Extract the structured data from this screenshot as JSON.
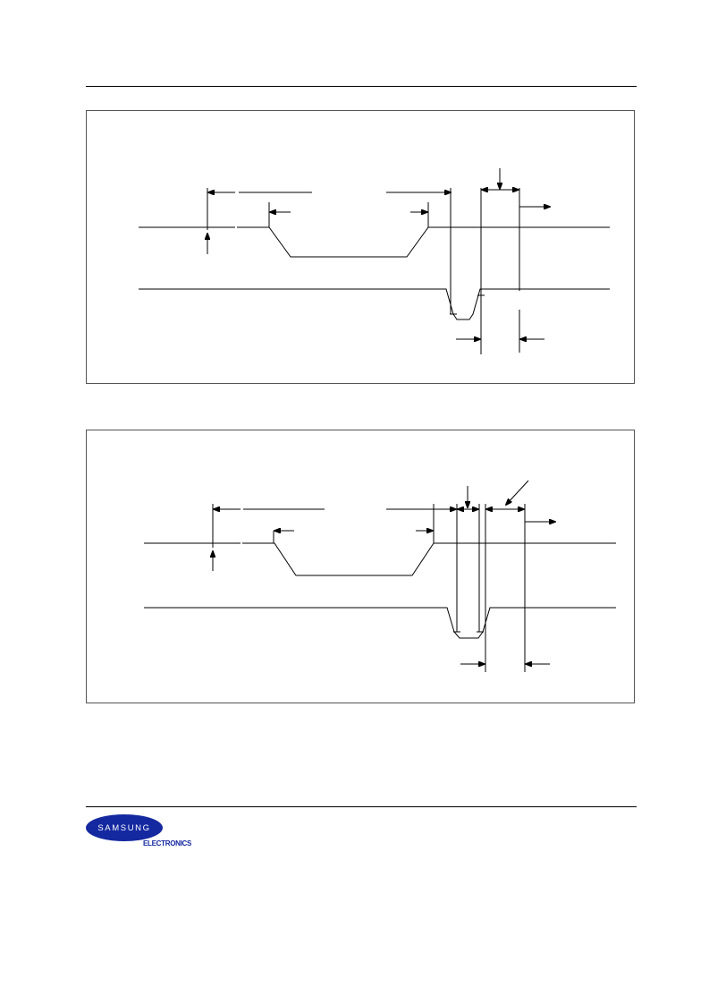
{
  "colors": {
    "line": "#000000",
    "frame_border": "#555555",
    "logo_blue": "#1428a0",
    "logo_text": "#ffffff"
  },
  "logo": {
    "wordmark": "SAMSUNG",
    "subtitle": "ELECTRONICS"
  },
  "diagrams": [
    {
      "kind": "timing-diagram",
      "signal_count": 2,
      "pulse_on_second_signal": true
    },
    {
      "kind": "timing-diagram",
      "signal_count": 2,
      "pulse_on_second_signal": true
    }
  ]
}
